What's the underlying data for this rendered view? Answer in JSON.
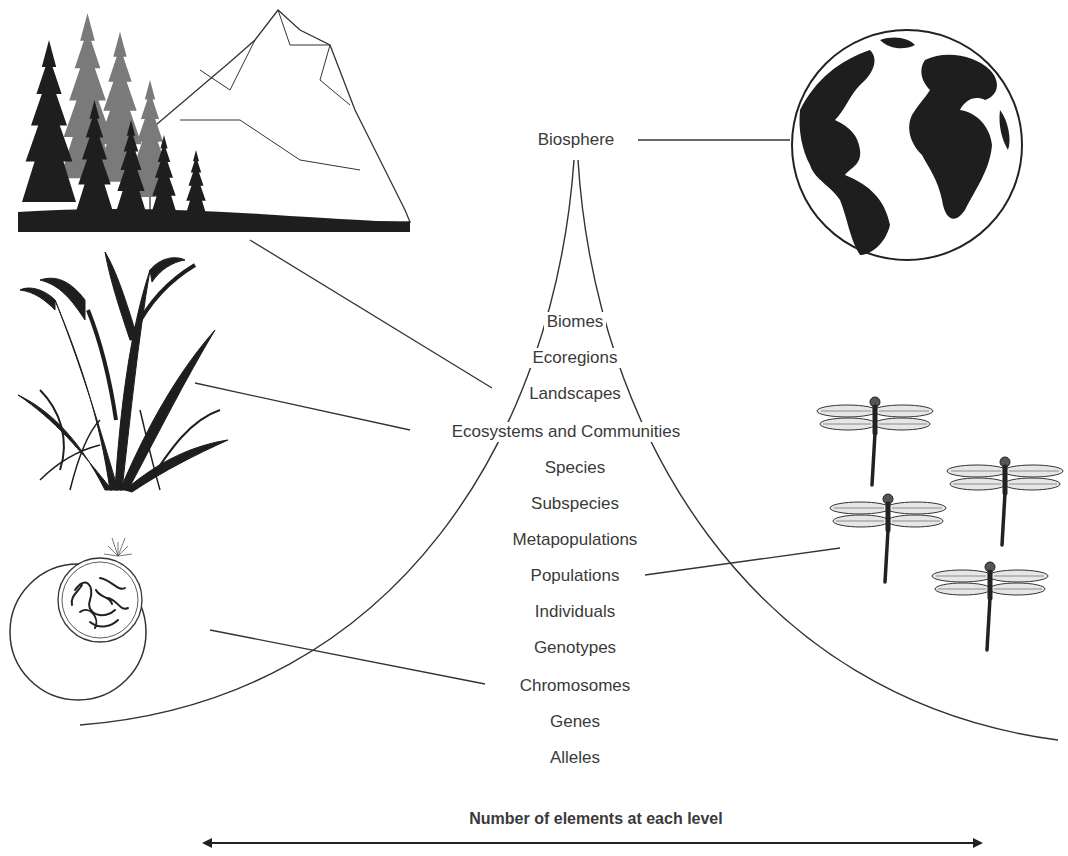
{
  "diagram": {
    "labels": [
      "Biosphere",
      "Biomes",
      "Ecoregions",
      "Landscapes",
      "Ecosystems and Communities",
      "Species",
      "Subspecies",
      "Metapopulations",
      "Populations",
      "Individuals",
      "Genotypes",
      "Chromosomes",
      "Genes",
      "Alleles",
      "Number of elements at each level"
    ]
  }
}
